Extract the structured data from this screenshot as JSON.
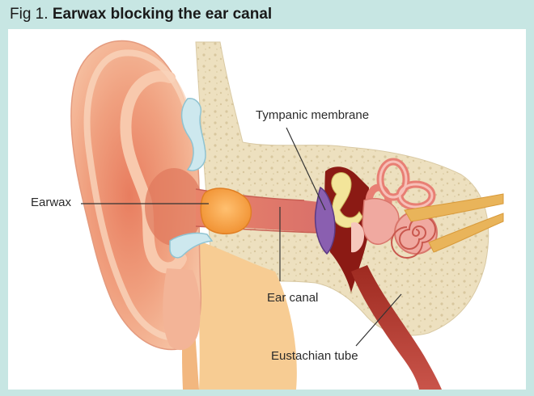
{
  "figure": {
    "prefix": "Fig 1.",
    "title": "Earwax blocking the ear canal"
  },
  "labels": {
    "tympanic_membrane": "Tympanic membrane",
    "earwax": "Earwax",
    "ear_canal": "Ear canal",
    "eustachian_tube": "Eustachian tube"
  },
  "colors": {
    "frame": "#c7e6e3",
    "skin": "#f2b08f",
    "bone": "#efe3c4",
    "earwax": "#f6a23c",
    "tympanic_membrane": "#8a5fb0",
    "cochlea": "#f0a9a0",
    "nerve": "#e9b45a",
    "cavity": "#8b1a14"
  }
}
